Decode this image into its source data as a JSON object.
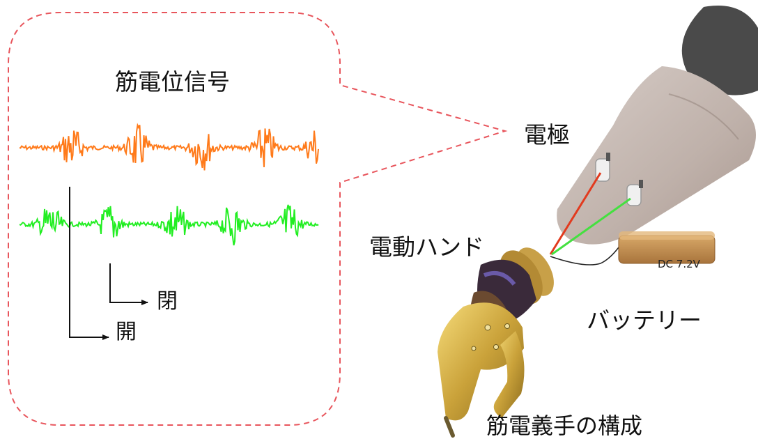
{
  "labels": {
    "emg_signal": "筋電位信号",
    "electrode": "電極",
    "electric_hand": "電動ハンド",
    "battery": "バッテリー",
    "battery_voltage": "DC 7.2V",
    "close": "閉",
    "open": "開",
    "caption": "筋電義手の構成"
  },
  "colors": {
    "callout_border": "#e8555c",
    "signal_orange": "#ff7a1a",
    "signal_green": "#22ee22",
    "wire_red": "#e23a1e",
    "wire_green": "#44e040",
    "text": "#111111"
  }
}
